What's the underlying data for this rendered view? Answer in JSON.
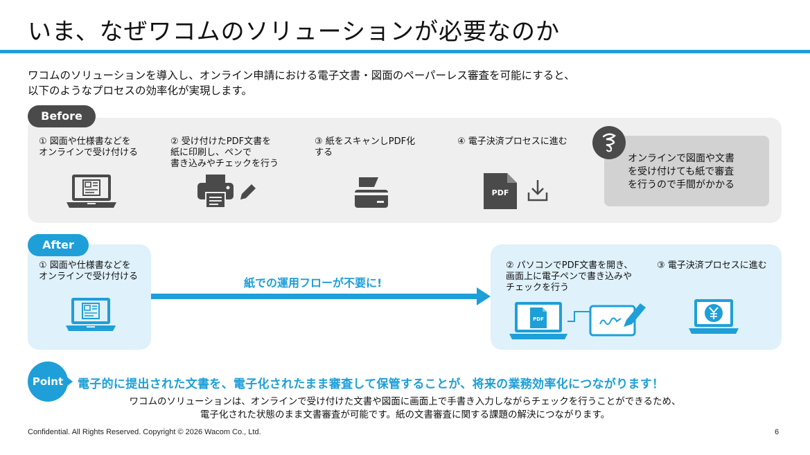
{
  "title": "いま、なぜワコムのソリューションが必要なのか",
  "intro": {
    "line1": "ワコムのソリューションを導入し、オンライン申請における電子文書・図面のペーパーレス審査を可能にすると、",
    "line2": "以下のようなプロセスの効率化が実現します。"
  },
  "before": {
    "label": "Before",
    "steps": [
      {
        "lines": [
          "① 図面や仕様書などを",
          "オンラインで受け付ける"
        ]
      },
      {
        "lines": [
          "② 受け付けたPDF文書を",
          "紙に印刷し、ペンで",
          "書き込みやチェックを行う"
        ]
      },
      {
        "lines": [
          "③ 紙をスキャンしPDF化",
          "する"
        ]
      },
      {
        "lines": [
          "④ 電子決済プロセスに進む"
        ]
      }
    ],
    "pdf_label": "PDF",
    "note": [
      "オンラインで図面や文書",
      "を受け付けても紙で審査",
      "を行うので手間がかかる"
    ]
  },
  "after": {
    "label": "After",
    "steps": [
      {
        "lines": [
          "① 図面や仕様書などを",
          "オンラインで受け付ける"
        ]
      },
      {
        "lines": [
          "② パソコンでPDF文書を開き、",
          "画面上に電子ペンで書き込みや",
          "チェックを行う"
        ]
      },
      {
        "lines": [
          "③ 電子決済プロセスに進む"
        ]
      }
    ],
    "flow_text": "紙での運用フローが不要に!",
    "pdf_label": "PDF"
  },
  "point": {
    "label": "Point",
    "headline": "電子的に提出された文書を、電子化されたまま審査して保管することが、将来の業務効率化につながります！",
    "body": [
      "ワコムのソリューションは、オンラインで受け付けた文書や図面に画面上で手書き入力しながらチェックを行うことができるため、",
      "電子化された状態のまま文書審査が可能です。紙の文書審査に関する課題の解決につながります。"
    ]
  },
  "footer": {
    "copyright": "Confidential. All Rights Reserved. Copyright © 2026 Wacom Co., Ltd.",
    "page": "6"
  },
  "colors": {
    "accent": "#1e9fd8",
    "dark": "#4a4a4a",
    "before_bg": "#efefef",
    "after_bg": "#dff1fa"
  },
  "icons": [
    "laptop-drawing-icon",
    "printer-icon",
    "pen-icon",
    "scanner-icon",
    "pdf-file-icon",
    "download-icon",
    "confused-face-icon",
    "laptop-pdf-icon",
    "pen-tablet-icon",
    "laptop-yen-icon"
  ]
}
